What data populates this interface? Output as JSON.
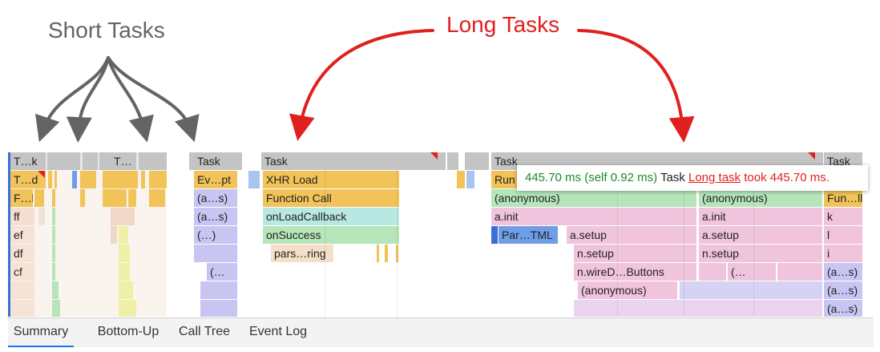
{
  "annotations": {
    "short_tasks": "Short Tasks",
    "long_tasks": "Long Tasks"
  },
  "colors": {
    "short_annotation": "#646464",
    "long_annotation": "#e0201f",
    "task_gray": "#c4c4c4",
    "orange": "#f2c358",
    "green": "#b5e5b9",
    "pink": "#f0c4dc",
    "teal": "#b9e8e2",
    "lavender": "#c9c5f2",
    "blue": "#6f9ee8",
    "accent_blue": "#1a73e8"
  },
  "flame": {
    "row0": {
      "tk": "T…k",
      "t2": "T…",
      "task_a": "Task",
      "task_b": "Task",
      "task_c": "Task",
      "task_d": "Task"
    },
    "row1": {
      "td": "T…d",
      "evpt": "Ev…pt",
      "xhr": "XHR Load",
      "run": "Run"
    },
    "row2": {
      "fl": "F…l",
      "as1": "(a…s)",
      "fn": "Function Call",
      "anon1": "(anonymous)",
      "anon2": "(anonymous)",
      "funll": "Fun…ll"
    },
    "row3": {
      "ff": "ff",
      "as2": "(a…s)",
      "onload": "onLoadCallback",
      "ainit1": "a.init",
      "ainit2": "a.init",
      "k": "k"
    },
    "row4": {
      "ef": "ef",
      "dots": "(…)",
      "onsucc": "onSuccess",
      "partml": "Par…TML",
      "asetup1": "a.setup",
      "asetup2": "a.setup",
      "l": "l"
    },
    "row5": {
      "df": "df",
      "parsing": "pars…ring",
      "nsetup1": "n.setup",
      "nsetup2": "n.setup",
      "i": "i"
    },
    "row6": {
      "cf": "cf",
      "paren": "(…",
      "nwire": "n.wireD…Buttons",
      "paren2": "(…",
      "as3": "(a…s)"
    },
    "row7": {
      "anon3": "(anonymous)",
      "as4": "(a…s)"
    },
    "row8": {
      "as5": "(a…s)"
    }
  },
  "tooltip": {
    "duration": "445.70 ms (self 0.92 ms)",
    "name": "Task",
    "link": "Long task",
    "took": "took 445.70 ms."
  },
  "tabs": [
    "Summary",
    "Bottom-Up",
    "Call Tree",
    "Event Log"
  ],
  "active_tab": "Summary"
}
